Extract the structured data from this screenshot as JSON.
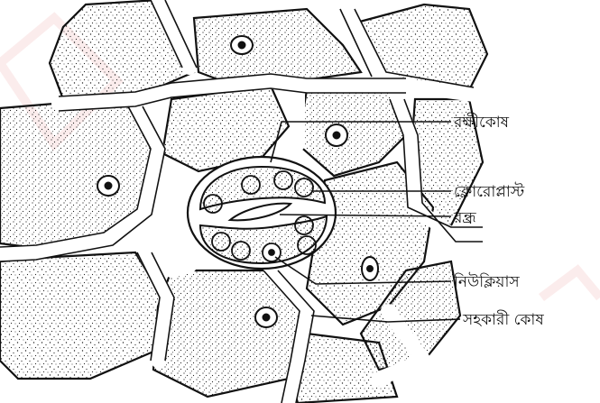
{
  "labels": {
    "guard_cell": "রক্ষীকোষ",
    "chloroplast": "ক্লোরোপ্লাস্ট",
    "stoma_pore": "রন্ধ্র",
    "nucleus": "নিউক্লিয়াস",
    "subsidiary_cell": "সহকারী কোষ"
  },
  "colors": {
    "ink": "#111111",
    "background": "#ffffff",
    "watermark": "#f3c9c9"
  }
}
